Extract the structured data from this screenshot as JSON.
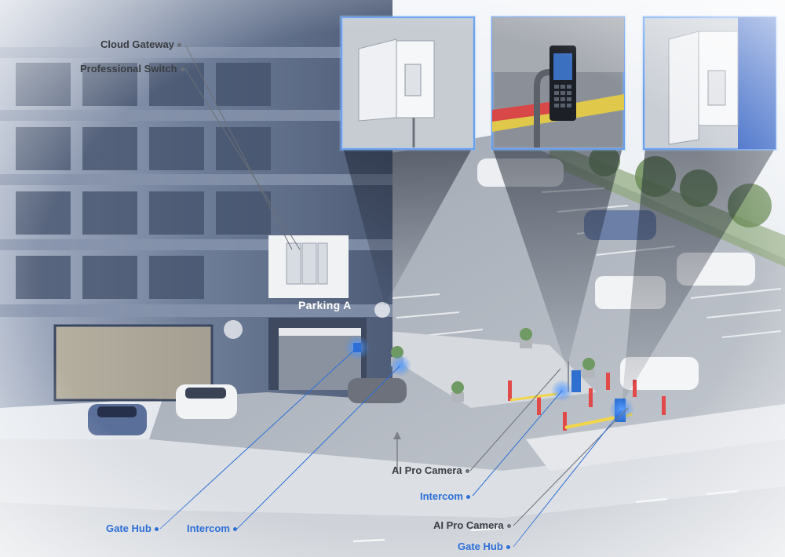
{
  "sign": {
    "parking": "Parking A"
  },
  "callouts": [
    {
      "id": "cloud-gateway",
      "text": "Cloud Gateway",
      "color": "gray"
    },
    {
      "id": "professional-switch",
      "text": "Professional Switch",
      "color": "gray"
    },
    {
      "id": "ai-pro-camera-1",
      "text": "AI Pro Camera",
      "color": "gray"
    },
    {
      "id": "intercom-right",
      "text": "Intercom",
      "color": "blue"
    },
    {
      "id": "ai-pro-camera-2",
      "text": "AI Pro Camera",
      "color": "gray"
    },
    {
      "id": "gate-hub-right",
      "text": "Gate Hub",
      "color": "blue"
    },
    {
      "id": "gate-hub-left",
      "text": "Gate Hub",
      "color": "blue"
    },
    {
      "id": "intercom-left",
      "text": "Intercom",
      "color": "blue"
    }
  ],
  "insets": [
    {
      "id": "inset-gate-hub-box",
      "icon": "wall-mounted-enclosure"
    },
    {
      "id": "inset-intercom",
      "icon": "intercom-keypad-device"
    },
    {
      "id": "inset-gate-hub-pole",
      "icon": "pole-mounted-enclosure"
    }
  ],
  "colors": {
    "accent_blue": "#2d6fd6",
    "label_gray": "#3a3d42",
    "building": "#5b6a85",
    "road": "#b9bec6",
    "sidewalk": "#e2e4e8",
    "device_glow": "#3d8bff"
  }
}
